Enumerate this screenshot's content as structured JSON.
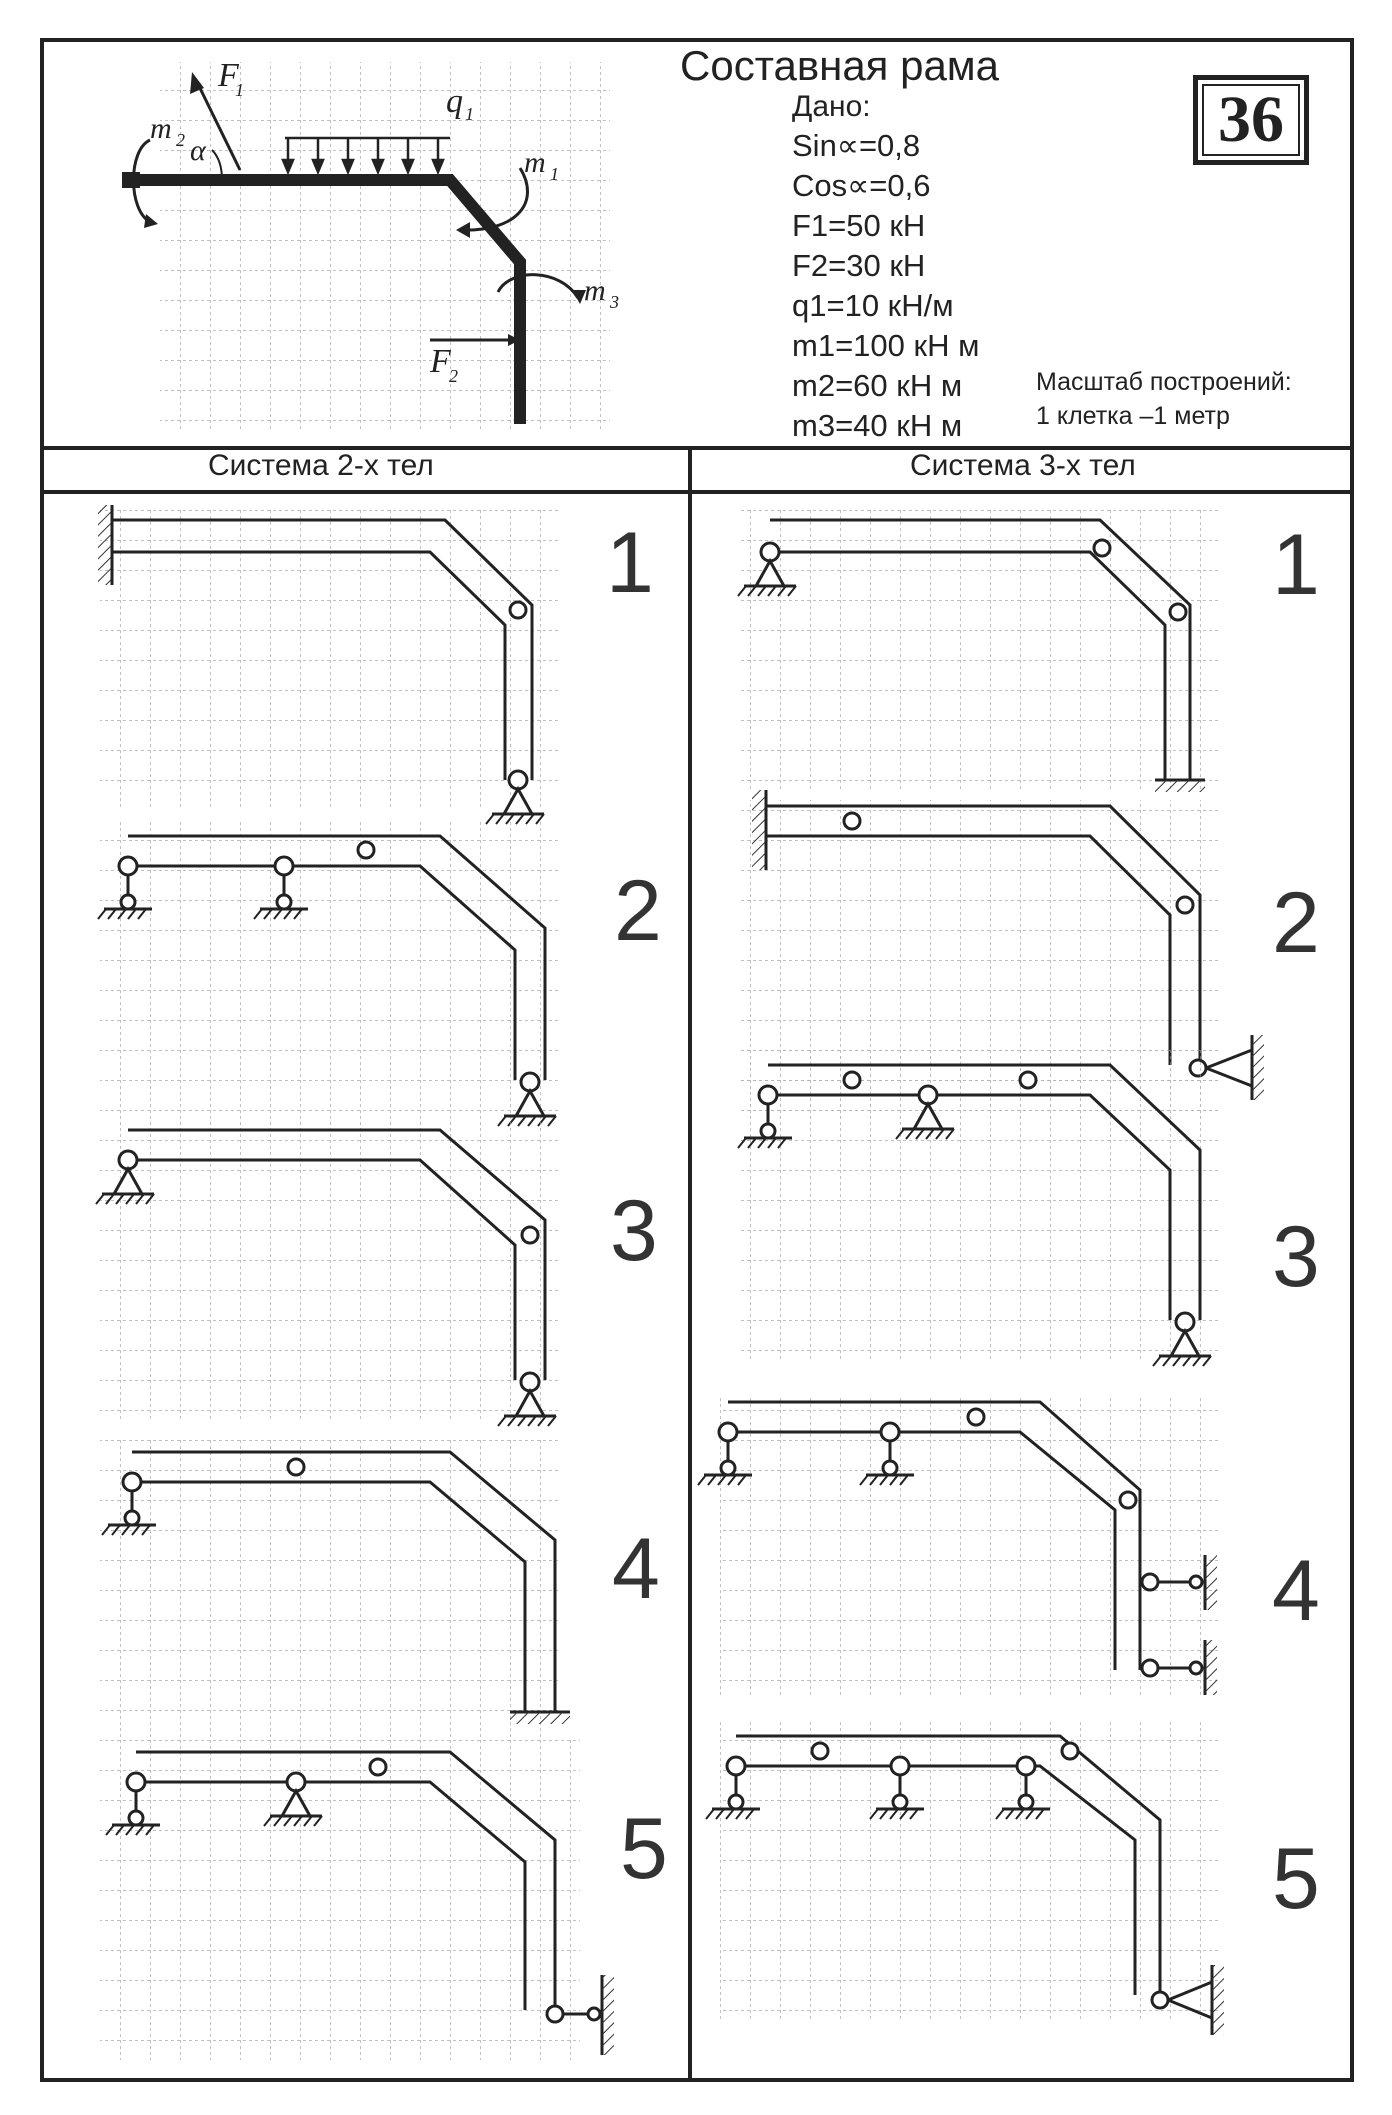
{
  "header": {
    "title": "Составная рама",
    "badge_number": "36",
    "given_label": "Дано:",
    "given": [
      "Sin∝=0,8",
      "Cos∝=0,6",
      "F1=50 кН",
      "F2=30 кН",
      "q1=10 кН/м",
      "m1=100 кН м",
      "m2=60 кН м",
      "m3=40 кН м"
    ],
    "scale_line1": "Масштаб построений:",
    "scale_line2": "1 клетка –1 метр"
  },
  "diagram_labels": {
    "F1": "F",
    "F1_sub": "1",
    "F2": "F",
    "F2_sub": "2",
    "q1": "q",
    "q1_sub": "1",
    "m1": "m",
    "m1_sub": "1",
    "m2": "m",
    "m2_sub": "2",
    "m3": "m",
    "m3_sub": "3",
    "alpha": "α"
  },
  "columns": {
    "left": "Система 2-х тел",
    "right": "Система 3-х тел"
  },
  "variants_left": [
    "1",
    "2",
    "3",
    "4",
    "5"
  ],
  "variants_right": [
    "1",
    "2",
    "3",
    "4",
    "5"
  ]
}
